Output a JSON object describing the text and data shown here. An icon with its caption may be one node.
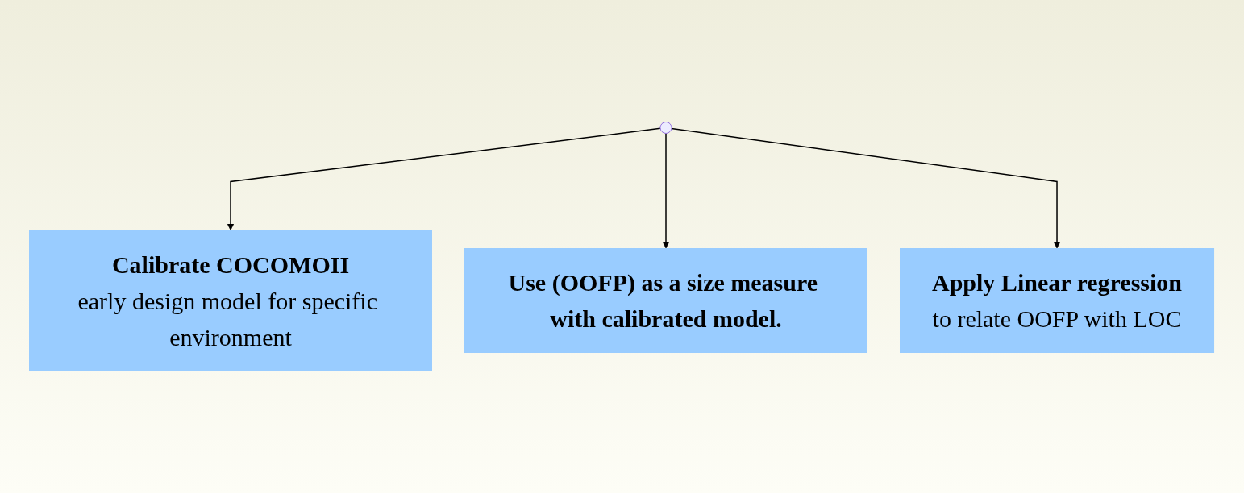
{
  "diagram": {
    "nodes": [
      {
        "text": [
          "Calibrate COCOMOII",
          "early design model for specific environment"
        ]
      },
      {
        "text": [
          "Use (OOFP) as a size measure with calibrated model."
        ]
      },
      {
        "text": [
          "Apply Linear regression",
          "to relate OOFP with LOC"
        ]
      }
    ],
    "edges": [
      {
        "from": null,
        "to": 0,
        "arrow": "to"
      },
      {
        "from": null,
        "to": 1,
        "arrow": "to"
      },
      {
        "from": null,
        "to": 2,
        "arrow": "to"
      }
    ]
  }
}
